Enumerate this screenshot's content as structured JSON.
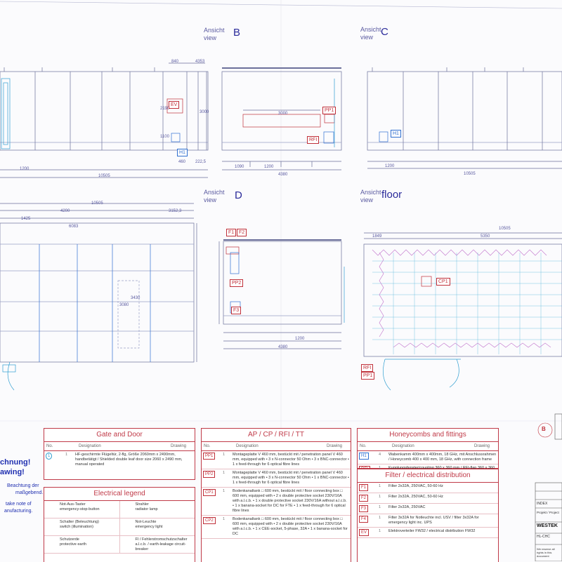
{
  "views": {
    "b": {
      "ansicht": "Ansicht",
      "view": "view",
      "letter": "B"
    },
    "c": {
      "ansicht": "Ansicht",
      "view": "view",
      "letter": "C"
    },
    "d": {
      "ansicht": "Ansicht",
      "view": "view",
      "letter": "D"
    },
    "floor": {
      "ansicht": "Ansicht",
      "view": "view",
      "letter": "floor"
    }
  },
  "dimensions": {
    "top_left_total": "10505",
    "top_left_seg": "1200",
    "top_a_840": "840",
    "top_a_4353": "4353",
    "top_a_2190": "2190",
    "top_a_1100": "1100",
    "top_a_3000": "3000",
    "top_a_460": "460",
    "top_a_2225": "222,5",
    "top_b_3000": "3000",
    "top_b_1090": "1090",
    "top_b_1200": "1200",
    "top_b_4380": "4380",
    "top_c_total": "10505",
    "top_c_seg": "1200",
    "mid_left_total": "10505",
    "mid_left_4200": "4200",
    "mid_left_31523": "3152,3",
    "mid_left_1425": "1425",
    "mid_left_6083": "6083",
    "mid_left_3080": "3080",
    "mid_left_3430": "3430",
    "mid_d_4380": "4380",
    "mid_d_1200": "1200",
    "floor_total": "10505",
    "floor_1849": "1849",
    "floor_5350": "5350"
  },
  "tags": {
    "ev": "EV",
    "h1_a": "H1",
    "pp1_b": "PP1",
    "rfi_b": "RFI",
    "h1_c": "H1",
    "f1": "F1",
    "f2": "F2",
    "pp2": "PP2",
    "f3": "F3",
    "cp1": "CP1",
    "rfi_floor": "RFI",
    "pp1_floor": "PP1",
    "b_circle": "B"
  },
  "warning": {
    "line1": "chnung!",
    "line2": "awing!",
    "line3": "Beachtung der",
    "line4": "maßgebend.",
    "line5": "take note of",
    "line6": "anufacturing."
  },
  "gate_panel": {
    "title": "Gate and Door",
    "col_no": "No.",
    "col_designation": "Designation",
    "col_drawing": "Drawing",
    "row1_idx": "1",
    "row1_num": "1",
    "row1_text": "HF-geschirmte Flügeltür, 2-flg, Größe 2060mm x 2490mm, handbetätigt / Shielded double leaf door size 2060 x 2490 mm, manual operated"
  },
  "electrical_panel": {
    "title": "Electrical legend",
    "items": [
      {
        "a": "Not-Aus-Taster",
        "b": "emergency-stop-button",
        "c": "Strahler",
        "d": "radiator lamp"
      },
      {
        "a": "Schalter (Beleuchtung)",
        "b": "switch (illumination)",
        "c": "Not-Leuchte",
        "d": "emergency light"
      },
      {
        "a": "Schutzerde",
        "b": "protective earth",
        "c": "FI / Fehlerstromschutzschalter",
        "d": "a.l.c.b. / earth-leakage circuit-breaker"
      }
    ]
  },
  "ap_panel": {
    "title": "AP / CP / RFI / TT",
    "col_no": "No.",
    "col_designation": "Designation",
    "col_drawing": "Drawing",
    "rows": [
      {
        "tag": "PP1",
        "num": "1",
        "text": "Montageplatte V 460 mm, bestückt mit / penetration panel V 460 mm, equipped with • 3 x N-connector 50 Ohm • 3 x BNC-connector • 1 x feed-through for 6 optical fibre lines"
      },
      {
        "tag": "PP2",
        "num": "1",
        "text": "Montageplatte V 460 mm, bestückt mit / penetration panel V 460 mm, equipped with • 3 x N-connector 50 Ohm • 1 x BNC-connector • 1 x feed-through for 6 optical fibre lines"
      },
      {
        "tag": "CP1",
        "num": "1",
        "text": "Bodenkanaltank □ 600 mm, bestückt mit / floor connecting box □ 600 mm, equipped with • 2 x double protective socket 230V/16A with a.l.c.b. • 1 x double protective socket 230V/16A without a.l.c.b. • 1 x banana-socket for DC for FTE • 1 x feed-through for 6 optical fibre lines"
      },
      {
        "tag": "CP2",
        "num": "1",
        "text": "Bodenkanaltank □ 600 mm, bestückt mit / floor connecting box □ 600 mm, equipped with • 2 x double protective socket 230V/16A with a.l.c.b. • 1 x CEE-socket, 5-phase, 32A • 1 x banana-socket for DC"
      }
    ]
  },
  "honey_panel": {
    "title": "Honeycombs and fittings",
    "col_no": "No.",
    "col_designation": "Designation",
    "col_drawing": "Drawing",
    "rows": [
      {
        "tag": "H1",
        "num": "4",
        "text": "Wabenkamm 400mm x 400mm, 18 GHz, mit Anschlussrahmen / Honeycomb 400 x 400 mm, 18 GHz, with connection frame"
      },
      {
        "tag": "RFI",
        "num": "1",
        "text": "Kupplungsfenster/coupling 360 x 360 mm / RFI-flap 360 x 360 mm"
      }
    ]
  },
  "filter_panel": {
    "title": "Filter / electrical distribution",
    "rows": [
      {
        "tag": "F1",
        "num": "1",
        "text": "Filter 2x32A, 250VAC, 50-60 Hz"
      },
      {
        "tag": "F2",
        "num": "1",
        "text": "Filter 2x32A, 250VAC, 50-60 Hz"
      },
      {
        "tag": "F3",
        "num": "1",
        "text": "Filter 2x32A, 250VAC"
      },
      {
        "tag": "F4",
        "num": "1",
        "text": "Filter 3x32A for Notleuchte incl. USV / filter 3x32A for emergency light inc. UPS"
      },
      {
        "tag": "EV",
        "num": "1",
        "text": "Elektroverteiler FW32 / electrical distribution FW32"
      }
    ]
  },
  "titleblock": {
    "index": "INDEX",
    "company": "WESTEK",
    "project": "Projekt / Project",
    "sub": "HL-CHC",
    "note": "We reserve all rights in this document"
  }
}
